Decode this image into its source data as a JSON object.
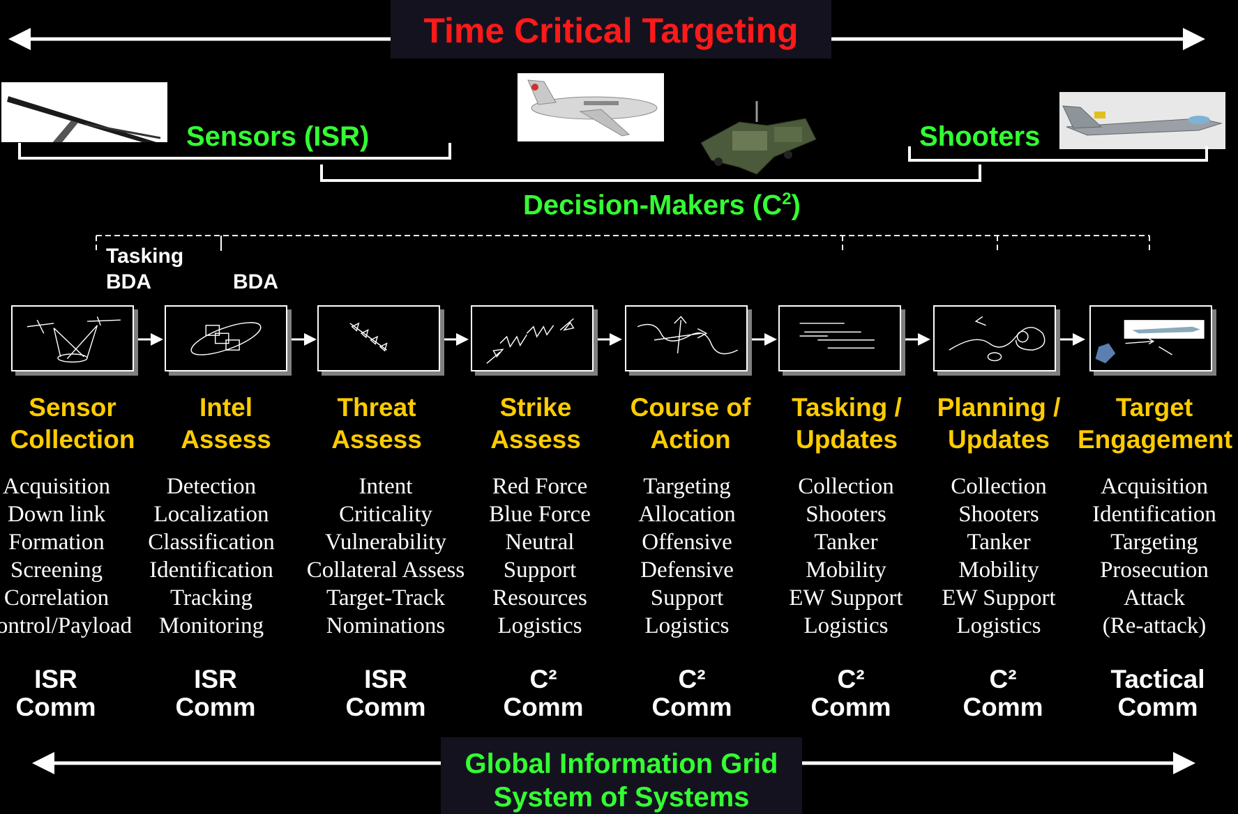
{
  "title": "Time Critical Targeting",
  "groups": {
    "sensors": "Sensors (ISR)",
    "shooters": "Shooters",
    "decision_makers": "Decision-Makers (C",
    "decision_makers_sup": "2",
    "decision_makers_close": ")"
  },
  "feedback": {
    "tasking": "Tasking",
    "bda_1": "BDA",
    "bda_2": "BDA"
  },
  "steps": [
    {
      "title_1": "Sensor",
      "title_2": "Collection",
      "items": [
        "Acquisition",
        "Down link",
        "Formation",
        "Screening",
        "Correlation",
        "Control/Payload"
      ],
      "comm_1": "ISR",
      "comm_2": "Comm"
    },
    {
      "title_1": "Intel",
      "title_2": "Assess",
      "items": [
        "Detection",
        "Localization",
        "Classification",
        "Identification",
        "Tracking",
        "Monitoring"
      ],
      "comm_1": "ISR",
      "comm_2": "Comm"
    },
    {
      "title_1": "Threat",
      "title_2": "Assess",
      "items": [
        "Intent",
        "Criticality",
        "Vulnerability",
        "Collateral Assess",
        "Target-Track",
        "Nominations"
      ],
      "comm_1": "ISR",
      "comm_2": "Comm"
    },
    {
      "title_1": "Strike",
      "title_2": "Assess",
      "items": [
        "Red Force",
        "Blue Force",
        "Neutral",
        "Support",
        "Resources",
        "Logistics"
      ],
      "comm_1": "C²",
      "comm_2": "Comm"
    },
    {
      "title_1": "Course of",
      "title_2": "Action",
      "items": [
        "Targeting",
        "Allocation",
        "Offensive",
        "Defensive",
        "Support",
        "Logistics"
      ],
      "comm_1": "C²",
      "comm_2": "Comm"
    },
    {
      "title_1": "Tasking /",
      "title_2": "Updates",
      "items": [
        "Collection",
        "Shooters",
        "Tanker",
        "Mobility",
        "EW Support",
        "Logistics"
      ],
      "comm_1": "C²",
      "comm_2": "Comm"
    },
    {
      "title_1": "Planning /",
      "title_2": "Updates",
      "items": [
        "Collection",
        "Shooters",
        "Tanker",
        "Mobility",
        "EW Support",
        "Logistics"
      ],
      "comm_1": "C²",
      "comm_2": "Comm"
    },
    {
      "title_1": "Target",
      "title_2": "Engagement",
      "items": [
        "Acquisition",
        "Identification",
        "Targeting",
        "Prosecution",
        "Attack",
        "(Re-attack)"
      ],
      "comm_1": "Tactical",
      "comm_2": "Comm"
    }
  ],
  "footer": {
    "line_1": "Global Information Grid",
    "line_2": "System of Systems"
  },
  "images": {
    "uav": "uav-aircraft-image",
    "awacs": "surveillance-aircraft-image",
    "ground_station": "ground-command-station-image",
    "fighter": "fighter-jet-image"
  }
}
